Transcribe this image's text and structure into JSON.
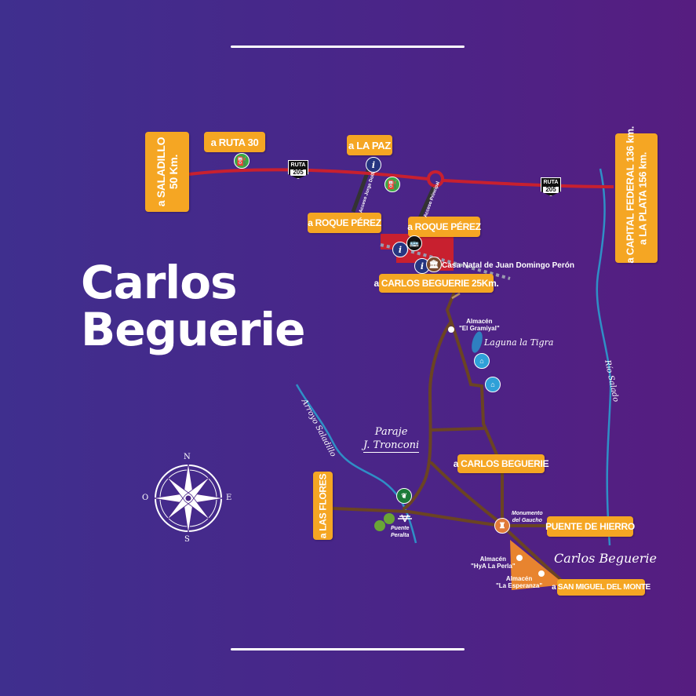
{
  "title": {
    "line1": "Carlos",
    "line2": "Beguerie"
  },
  "destinations": {
    "saladillo": [
      "a SALADILLO",
      "50 Km."
    ],
    "ruta30": "a RUTA 30",
    "la_paz": "a LA PAZ",
    "roque_perez_1": "a ROQUE PÉREZ",
    "roque_perez_2": "a ROQUE PÉREZ",
    "carlos_beguerie_25": "a CARLOS BEGUERIE 25Km.",
    "capital": [
      "a CAPITAL FEDERAL 136 km.",
      "a LA PLATA 156 km."
    ],
    "carlos_beguerie": "a CARLOS BEGUERIE",
    "las_flores": "a LAS FLORES",
    "puente_hierro": "PUENTE DE HIERRO",
    "san_miguel": "a SAN MIGUEL DEL MONTE"
  },
  "route_shield": {
    "top": "RUTA",
    "number": "205"
  },
  "roads": {
    "acceso1": "Acceso Jorge Dolfo",
    "acceso2": "Acceso Principal"
  },
  "places": {
    "casa_natal": "Casa Natal de Juan Domingo Perón",
    "gramiyal": [
      "Almacén",
      "\"El Gramiyal\""
    ],
    "laguna": "Laguna la Tigra",
    "rio_salado": "Río Salado",
    "arroyo": "Arroyo Saladillo",
    "paraje": [
      "Paraje",
      "J. Tronconi"
    ],
    "puente_peralta": [
      "Puente",
      "Peralta"
    ],
    "monumento": [
      "Monumento",
      "del Gaucho"
    ],
    "perla": [
      "Almacén",
      "\"HyA La Perla\""
    ],
    "esperanza": [
      "Almacén",
      "\"La Esperanza\""
    ],
    "town": "Carlos Beguerie"
  },
  "compass": {
    "n": "N",
    "s": "S",
    "e": "E",
    "o": "O"
  },
  "colors": {
    "label": "#f5a623",
    "route": "#c8202f",
    "road": "#6b4423",
    "river": "#2f8fc6"
  }
}
